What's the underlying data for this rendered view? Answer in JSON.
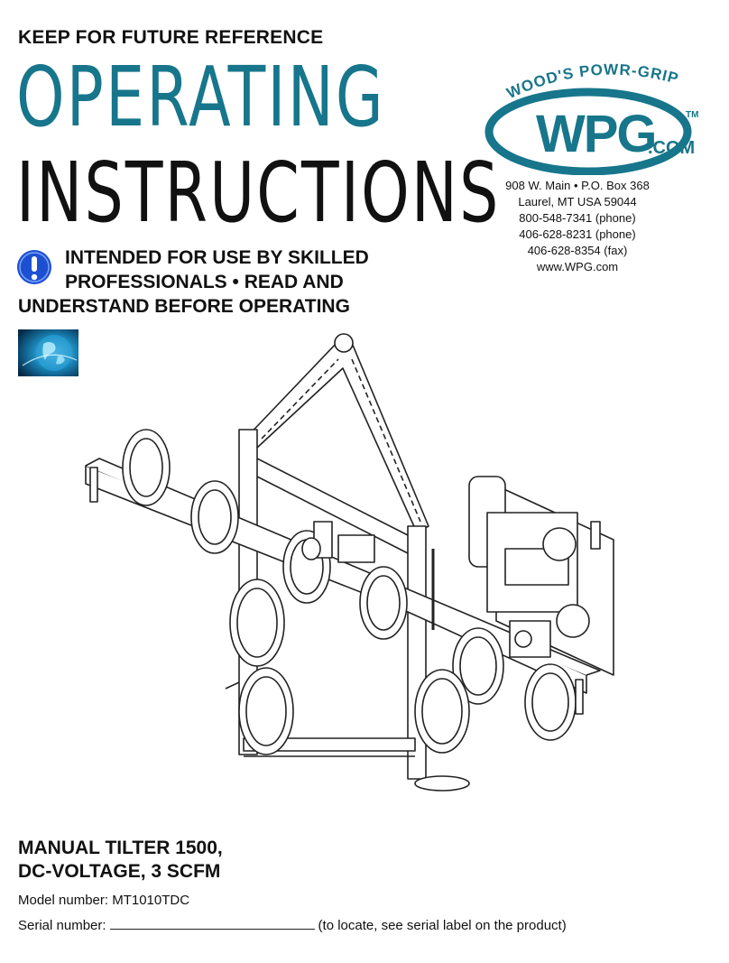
{
  "header": {
    "keep": "KEEP FOR FUTURE REFERENCE",
    "title_line1": "OPERATING",
    "title_line2": "INSTRUCTIONS"
  },
  "warning": {
    "icon": "exclamation-icon",
    "line1": "INTENDED FOR USE BY SKILLED",
    "line2": "PROFESSIONALS • READ AND",
    "line3": "UNDERSTAND BEFORE OPERATING"
  },
  "logo": {
    "arc_text": "WOOD'S POWR-GRIP",
    "mark": "WPG",
    "tm": "TM",
    "suffix": ".COM",
    "color": "#17768b"
  },
  "address": {
    "line1": "908 W. Main • P.O. Box 368",
    "line2": "Laurel, MT  USA 59044",
    "line3": "800-548-7341 (phone)",
    "line4": "406-628-8231 (phone)",
    "line5": "406-628-8354 (fax)",
    "line6": "www.WPG.com"
  },
  "product": {
    "title_line1": "MANUAL TILTER 1500,",
    "title_line2": "DC-VOLTAGE, 3 SCFM",
    "model_label": "Model number: MT1010TDC",
    "serial_label": "Serial number:",
    "serial_hint": "(to locate, see serial label on the product)"
  },
  "colors": {
    "accent": "#17768b",
    "warning_icon": "#1d4fd1"
  }
}
